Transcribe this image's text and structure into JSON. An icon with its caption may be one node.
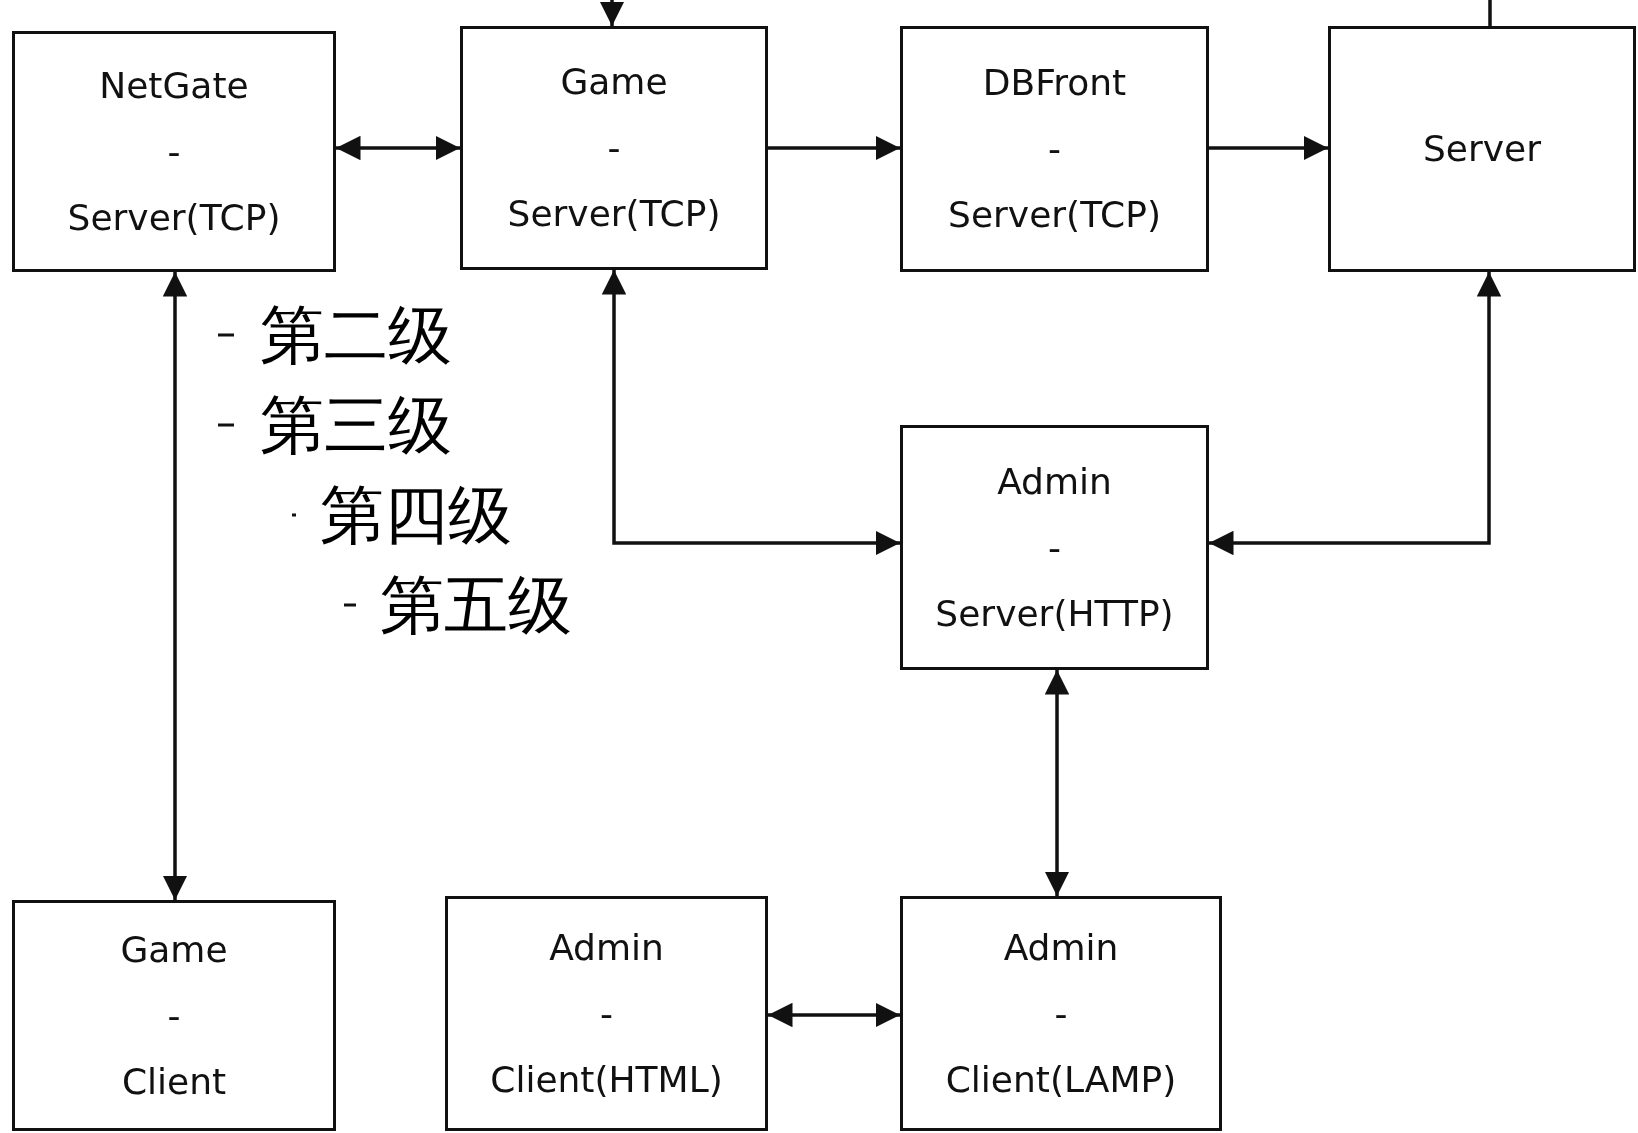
{
  "diagram": {
    "nodes": [
      {
        "text": [
          "NetGate - Server(TCP)"
        ]
      },
      {
        "text": [
          "Game - Server(TCP)"
        ]
      },
      {
        "text": [
          "DBFront - Server(TCP)"
        ]
      },
      {
        "text": [
          "Server"
        ]
      },
      {
        "text": [
          "Admin - Server(HTTP)"
        ]
      },
      {
        "text": [
          "Game - Client"
        ]
      },
      {
        "text": [
          "Admin - Client(HTML)"
        ]
      },
      {
        "text": [
          "Admin - Client(LAMP)"
        ]
      }
    ],
    "edges": [
      {
        "from": 0,
        "to": 1,
        "arrow": "both"
      },
      {
        "from": 1,
        "to": 2,
        "arrow": "to"
      },
      {
        "from": 2,
        "to": 3,
        "arrow": "to"
      },
      {
        "from": 0,
        "to": 5,
        "arrow": "both"
      },
      {
        "from": 1,
        "to": 4,
        "arrow": "both"
      },
      {
        "from": 3,
        "to": 4,
        "arrow": "both"
      },
      {
        "from": 4,
        "to": 7,
        "arrow": "both"
      },
      {
        "from": 6,
        "to": 7,
        "arrow": "both"
      },
      {
        "from": 3,
        "to": 1,
        "arrow": "to"
      }
    ],
    "labels": [
      "第二级",
      "第三级",
      "第四级",
      "第五级"
    ]
  }
}
